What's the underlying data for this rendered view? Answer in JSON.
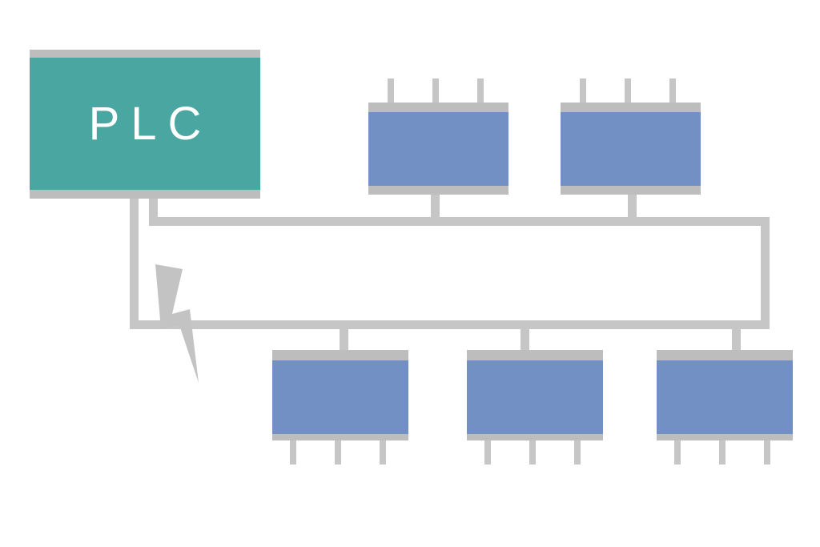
{
  "diagram": {
    "type": "plc-network-topology",
    "plc": {
      "label": "PLC"
    },
    "modules": {
      "top": [
        {
          "id": "io-module-top-1"
        },
        {
          "id": "io-module-top-2"
        }
      ],
      "bottom": [
        {
          "id": "io-module-bottom-1"
        },
        {
          "id": "io-module-bottom-2"
        },
        {
          "id": "io-module-bottom-3"
        }
      ]
    },
    "icons": {
      "fault": "lightning-bolt-icon"
    },
    "colors": {
      "background": "#FFFFFF",
      "plc_fill": "#4AA6A0",
      "plc_text": "#FFFFFF",
      "module_fill": "#7290C4",
      "cap": "#BDBDBD",
      "connector": "#C6C6C6",
      "bolt": "#C3C3C3"
    }
  }
}
